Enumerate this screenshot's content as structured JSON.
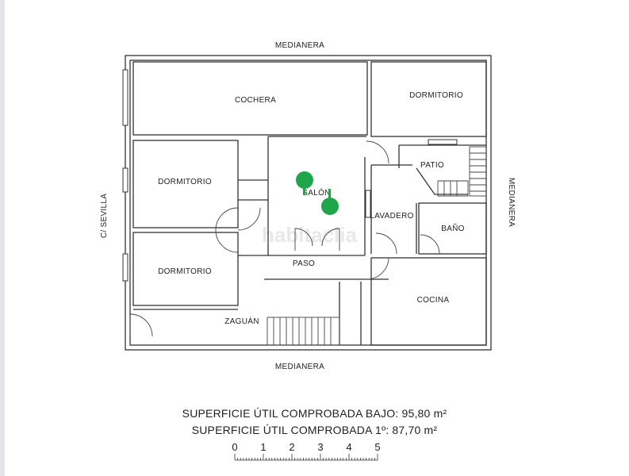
{
  "plan": {
    "boundaries": {
      "top": "MEDIANERA",
      "bottom": "MEDIANERA",
      "left": "C/ SEVILLA",
      "right": "MEDIANERA"
    },
    "rooms": {
      "cochera": "COCHERA",
      "dormitorio_1": "DORMITORIO",
      "dormitorio_2": "DORMITORIO",
      "dormitorio_3": "DORMITORIO",
      "salon": "SALÓN",
      "patio": "PATIO",
      "lavadero": "LAVADERO",
      "bano": "BAÑO",
      "paso": "PASO",
      "cocina": "COCINA",
      "zaguan": "ZAGUÁN"
    },
    "watermark": "habitaclia",
    "marker_color": "#1fa64a"
  },
  "areas": {
    "bajo": "SUPERFICIE ÚTIL COMPROBADA BAJO: 95,80 m²",
    "primera": "SUPERFICIE ÚTIL COMPROBADA 1º: 87,70 m²"
  },
  "scale": {
    "ticks": [
      "0",
      "1",
      "2",
      "3",
      "4",
      "5"
    ],
    "unit": "m"
  }
}
